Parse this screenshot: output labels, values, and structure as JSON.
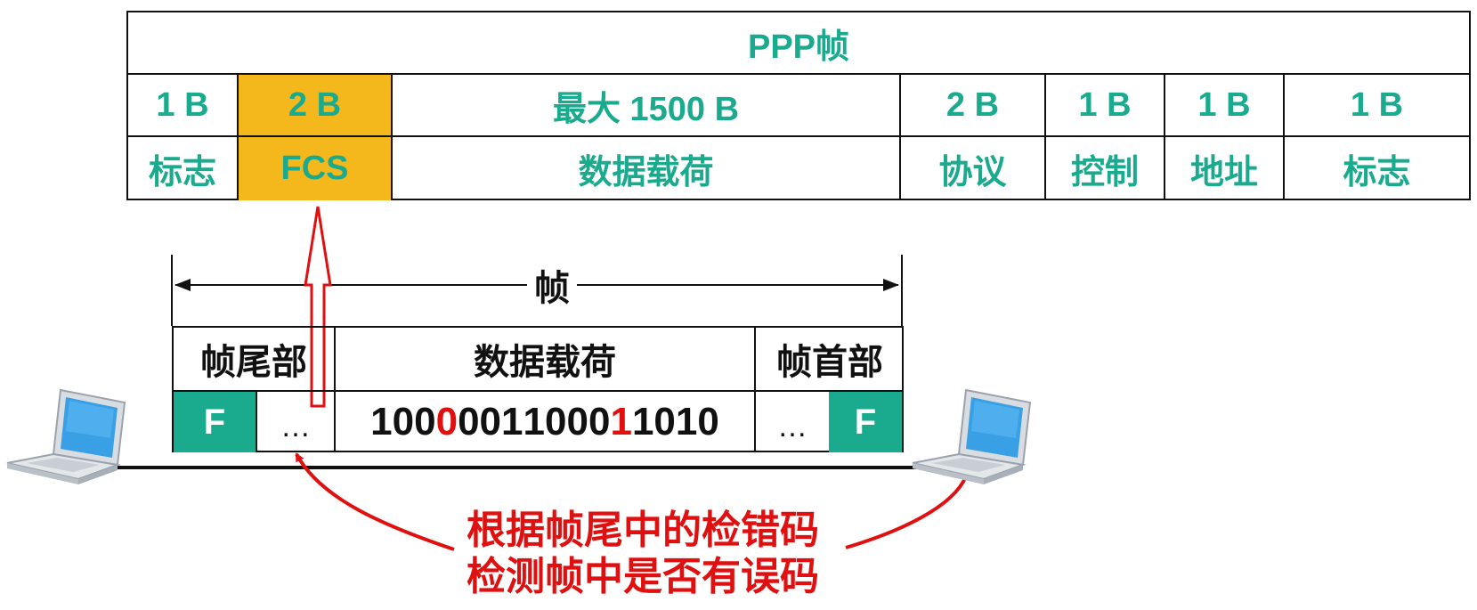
{
  "ppp_frame": {
    "title": "PPP帧",
    "fields": [
      {
        "size": "1 B",
        "name": "标志"
      },
      {
        "size": "2 B",
        "name": "FCS",
        "highlighted": true
      },
      {
        "size": "最大 1500 B",
        "name": "数据载荷"
      },
      {
        "size": "2 B",
        "name": "协议"
      },
      {
        "size": "1 B",
        "name": "控制"
      },
      {
        "size": "1 B",
        "name": "地址"
      },
      {
        "size": "1 B",
        "name": "标志"
      }
    ]
  },
  "frame": {
    "span_label": "帧",
    "trailer_label": "帧尾部",
    "payload_label": "数据载荷",
    "header_label": "帧首部",
    "flag_left": "F",
    "flag_right": "F",
    "ellipsis_left": "…",
    "ellipsis_right": "…",
    "bits": [
      "1",
      "0",
      "0",
      "0",
      "0",
      "0",
      "1",
      "1",
      "0",
      "0",
      "0",
      "1",
      "1",
      "0",
      "1",
      "0"
    ],
    "error_bit_indices": [
      3,
      11
    ]
  },
  "caption": {
    "line1": "根据帧尾中的检错码",
    "line2": "检测帧中是否有误码"
  },
  "colors": {
    "teal": "#1aaa8e",
    "highlight": "#f4b81c",
    "red": "#e01010"
  },
  "icons": [
    "laptop-icon",
    "laptop-icon"
  ]
}
